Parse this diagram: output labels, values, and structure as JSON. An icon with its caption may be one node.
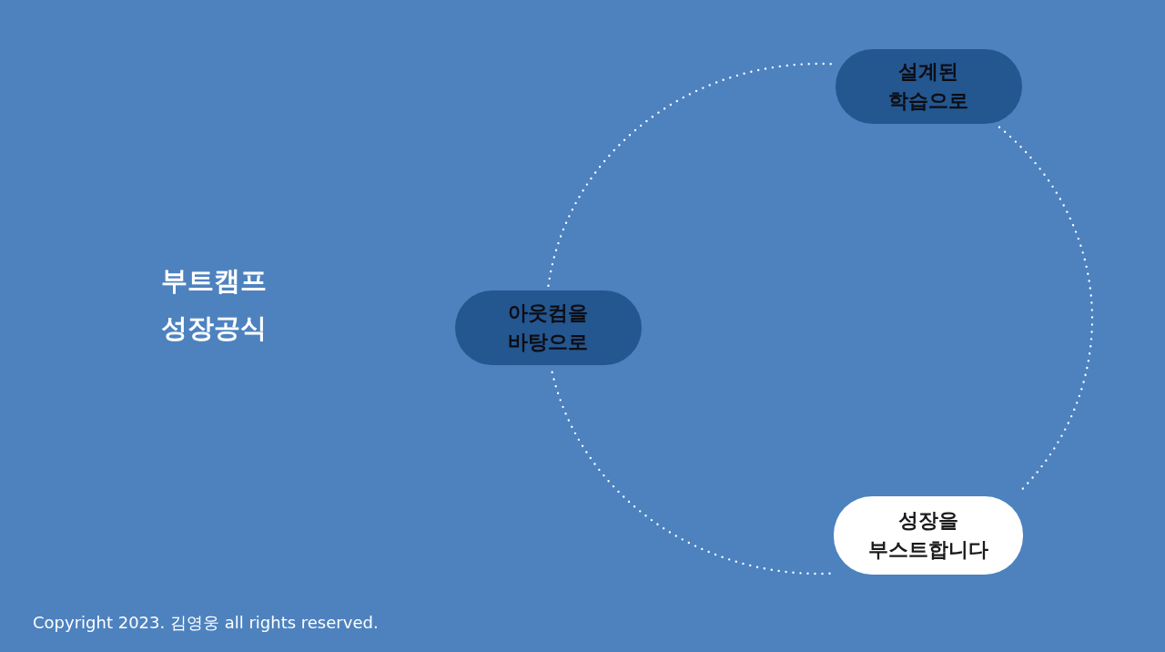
{
  "diagram": {
    "title": "부트캠프 성장공식",
    "nodes": [
      {
        "text": [
          "아웃컴을 바탕으로"
        ]
      },
      {
        "text": [
          "설계된 학습으로"
        ]
      },
      {
        "text": [
          "성장을 부스트합니다"
        ]
      }
    ],
    "edges": [
      {
        "from": 0,
        "to": 1,
        "arrow": "none",
        "style": "dashed"
      },
      {
        "from": 1,
        "to": 2,
        "arrow": "none",
        "style": "dashed"
      },
      {
        "from": 2,
        "to": 0,
        "arrow": "none",
        "style": "dashed"
      }
    ],
    "labels": [
      "Copyright 2023. 김영웅 all rights reserved."
    ]
  }
}
